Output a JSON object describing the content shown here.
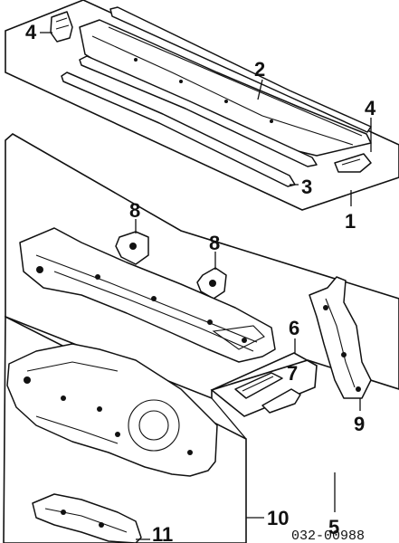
{
  "callouts": {
    "c1": "1",
    "c2": "2",
    "c3": "3",
    "c4a": "4",
    "c4b": "4",
    "c5": "5",
    "c6": "6",
    "c7": "7",
    "c8a": "8",
    "c8b": "8",
    "c9": "9",
    "c10": "10",
    "c11": "11"
  },
  "diagram_code": "032-00988"
}
